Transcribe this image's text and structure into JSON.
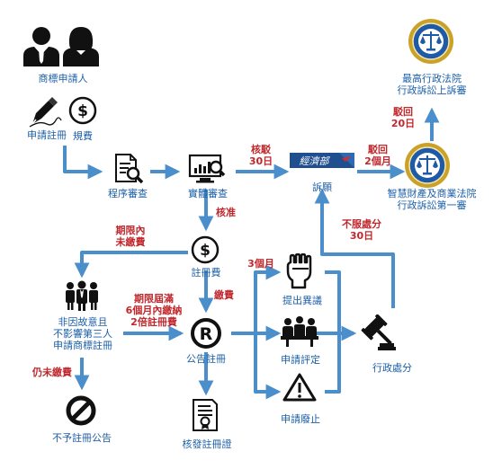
{
  "nodes": {
    "applicant": "商標申請人",
    "apply_register": "申請註冊",
    "fee": "規費",
    "procedure_review": "程序審查",
    "substantive_review": "實體審查",
    "appeal": "訴願",
    "ip_court_line1": "智慧財產及商業法院",
    "ip_court_line2": "行政訴訟第一審",
    "supreme_court_line1": "最高行政法院",
    "supreme_court_line2": "行政訴訟上訴審",
    "registration_fee": "註冊費",
    "third_party_line1": "非因故意且",
    "third_party_line2": "不影響第三人",
    "third_party_line3": "申請商標註冊",
    "no_publication": "不予註冊公告",
    "registration_notice": "公告註冊",
    "issue_certificate": "核發註冊證",
    "opposition": "提出異議",
    "invalidation": "申請評定",
    "revocation": "申請廢止",
    "administrative_disposition": "行政處分"
  },
  "edge_labels": {
    "reject_30_line1": "核駁",
    "reject_30_line2": "30日",
    "dismiss_2m_line1": "駁回",
    "dismiss_2m_line2": "2個月",
    "dismiss_20_line1": "駁回",
    "dismiss_20_line2": "20日",
    "approve": "核准",
    "deadline_unpaid_line1": "期限內",
    "deadline_unpaid_line2": "未繳費",
    "expired_line1": "期限屆滿",
    "expired_line2": "6個月內繳納",
    "expired_line3": "2倍註冊費",
    "pay": "繳費",
    "still_unpaid": "仍未繳費",
    "three_months": "3個月",
    "objection_line1": "不服處分",
    "objection_line2": "30日"
  },
  "logo": {
    "text": "經濟部"
  },
  "colors": {
    "line": "#4a8fcc",
    "label": "#1c5fa8",
    "red": "#c0282d",
    "icon": "#111111",
    "seal_gold": "#c9a227",
    "seal_blue": "#1f5aa6"
  }
}
